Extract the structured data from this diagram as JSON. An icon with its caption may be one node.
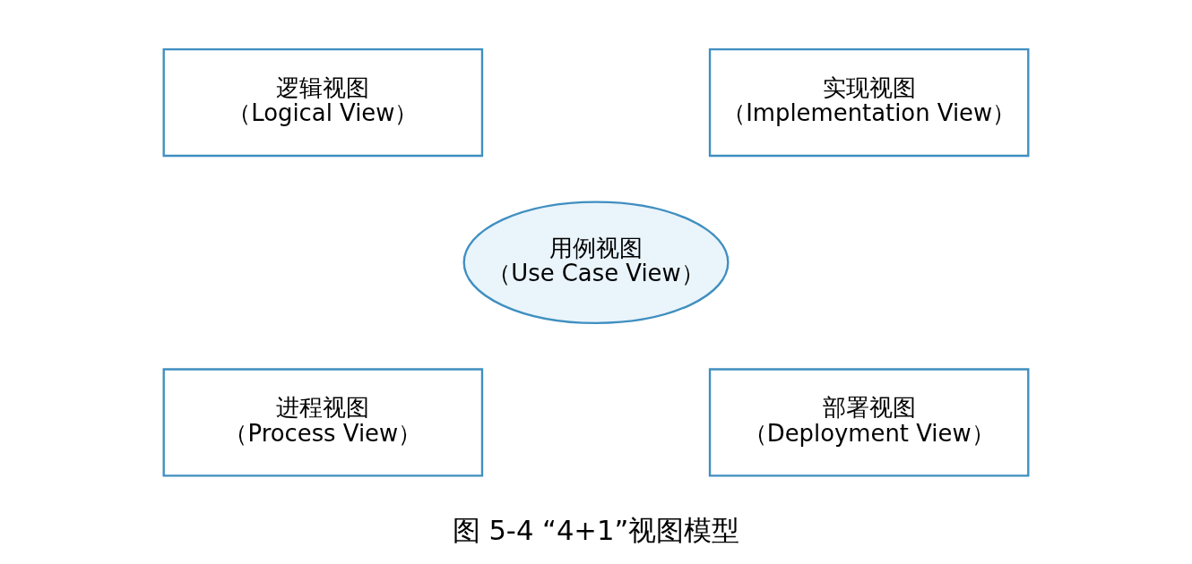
{
  "diagram": {
    "caption": "图 5-4 “4+1”视图模型",
    "nodes": [
      {
        "text": [
          "逻辑视图",
          "（Logical View）"
        ]
      },
      {
        "text": [
          "实现视图",
          "（Implementation View）"
        ]
      },
      {
        "text": [
          "用例视图",
          "（Use Case View）"
        ]
      },
      {
        "text": [
          "进程视图",
          "（Process View）"
        ]
      },
      {
        "text": [
          "部署视图",
          "（Deployment View）"
        ]
      }
    ]
  }
}
